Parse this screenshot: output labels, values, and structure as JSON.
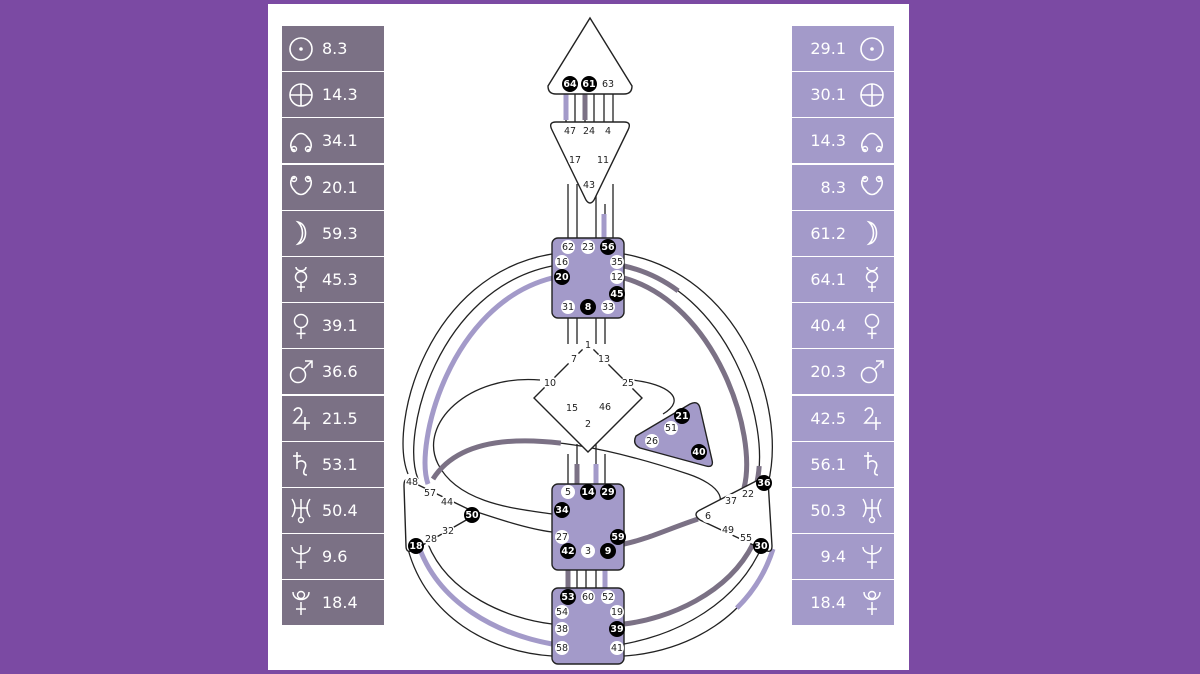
{
  "colors": {
    "background": "#7b4aa3",
    "design": "#7b7185",
    "personality": "#a39ac9",
    "defined_gate": "#000000"
  },
  "design_column": [
    {
      "planet": "sun-icon",
      "value": "8.3"
    },
    {
      "planet": "earth-icon",
      "value": "14.3"
    },
    {
      "planet": "north-node-icon",
      "value": "34.1"
    },
    {
      "planet": "south-node-icon",
      "value": "20.1"
    },
    {
      "planet": "moon-icon",
      "value": "59.3"
    },
    {
      "planet": "mercury-icon",
      "value": "45.3"
    },
    {
      "planet": "venus-icon",
      "value": "39.1"
    },
    {
      "planet": "mars-icon",
      "value": "36.6"
    },
    {
      "planet": "jupiter-icon",
      "value": "21.5"
    },
    {
      "planet": "saturn-icon",
      "value": "53.1"
    },
    {
      "planet": "uranus-icon",
      "value": "50.4"
    },
    {
      "planet": "neptune-icon",
      "value": "9.6"
    },
    {
      "planet": "pluto-icon",
      "value": "18.4"
    }
  ],
  "personality_column": [
    {
      "planet": "sun-icon",
      "value": "29.1"
    },
    {
      "planet": "earth-icon",
      "value": "30.1"
    },
    {
      "planet": "north-node-icon",
      "value": "14.3"
    },
    {
      "planet": "south-node-icon",
      "value": "8.3"
    },
    {
      "planet": "moon-icon",
      "value": "61.2"
    },
    {
      "planet": "mercury-icon",
      "value": "64.1"
    },
    {
      "planet": "venus-icon",
      "value": "40.4"
    },
    {
      "planet": "mars-icon",
      "value": "20.3"
    },
    {
      "planet": "jupiter-icon",
      "value": "42.5"
    },
    {
      "planet": "saturn-icon",
      "value": "56.1"
    },
    {
      "planet": "uranus-icon",
      "value": "50.3"
    },
    {
      "planet": "neptune-icon",
      "value": "9.4"
    },
    {
      "planet": "pluto-icon",
      "value": "18.4"
    }
  ],
  "gates": {
    "head": [
      {
        "n": "64",
        "on": true
      },
      {
        "n": "61",
        "on": true
      },
      {
        "n": "63",
        "on": false
      }
    ],
    "ajna": [
      {
        "n": "47",
        "on": false
      },
      {
        "n": "24",
        "on": false
      },
      {
        "n": "4",
        "on": false
      },
      {
        "n": "17",
        "on": false
      },
      {
        "n": "11",
        "on": false
      },
      {
        "n": "43",
        "on": false
      }
    ],
    "throat": [
      {
        "n": "62",
        "on": false
      },
      {
        "n": "23",
        "on": false
      },
      {
        "n": "56",
        "on": true
      },
      {
        "n": "16",
        "on": false
      },
      {
        "n": "35",
        "on": false
      },
      {
        "n": "20",
        "on": true
      },
      {
        "n": "12",
        "on": false
      },
      {
        "n": "45",
        "on": true
      },
      {
        "n": "31",
        "on": false
      },
      {
        "n": "8",
        "on": true
      },
      {
        "n": "33",
        "on": false
      }
    ],
    "g_center": [
      {
        "n": "1",
        "on": false
      },
      {
        "n": "7",
        "on": false
      },
      {
        "n": "13",
        "on": false
      },
      {
        "n": "10",
        "on": false
      },
      {
        "n": "25",
        "on": false
      },
      {
        "n": "15",
        "on": false
      },
      {
        "n": "46",
        "on": false
      },
      {
        "n": "2",
        "on": false
      }
    ],
    "heart": [
      {
        "n": "21",
        "on": true
      },
      {
        "n": "51",
        "on": false
      },
      {
        "n": "26",
        "on": false
      },
      {
        "n": "40",
        "on": true
      }
    ],
    "sacral": [
      {
        "n": "5",
        "on": false
      },
      {
        "n": "14",
        "on": true
      },
      {
        "n": "29",
        "on": true
      },
      {
        "n": "34",
        "on": true
      },
      {
        "n": "27",
        "on": false
      },
      {
        "n": "59",
        "on": true
      },
      {
        "n": "42",
        "on": true
      },
      {
        "n": "3",
        "on": false
      },
      {
        "n": "9",
        "on": true
      }
    ],
    "spleen": [
      {
        "n": "48",
        "on": false
      },
      {
        "n": "57",
        "on": false
      },
      {
        "n": "44",
        "on": false
      },
      {
        "n": "50",
        "on": true
      },
      {
        "n": "32",
        "on": false
      },
      {
        "n": "28",
        "on": false
      },
      {
        "n": "18",
        "on": true
      }
    ],
    "solar_plexus": [
      {
        "n": "36",
        "on": true
      },
      {
        "n": "22",
        "on": false
      },
      {
        "n": "37",
        "on": false
      },
      {
        "n": "6",
        "on": false
      },
      {
        "n": "49",
        "on": false
      },
      {
        "n": "55",
        "on": false
      },
      {
        "n": "30",
        "on": true
      }
    ],
    "root": [
      {
        "n": "53",
        "on": true
      },
      {
        "n": "60",
        "on": false
      },
      {
        "n": "52",
        "on": false
      },
      {
        "n": "54",
        "on": false
      },
      {
        "n": "19",
        "on": false
      },
      {
        "n": "38",
        "on": false
      },
      {
        "n": "39",
        "on": true
      },
      {
        "n": "58",
        "on": false
      },
      {
        "n": "41",
        "on": false
      }
    ]
  }
}
